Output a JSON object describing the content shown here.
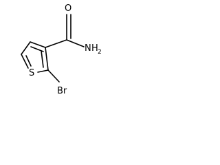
{
  "molecule": {
    "atoms": {
      "O": "O",
      "N": "N",
      "H": "H",
      "H_count": "2",
      "S": "S",
      "Br": "Br"
    }
  }
}
